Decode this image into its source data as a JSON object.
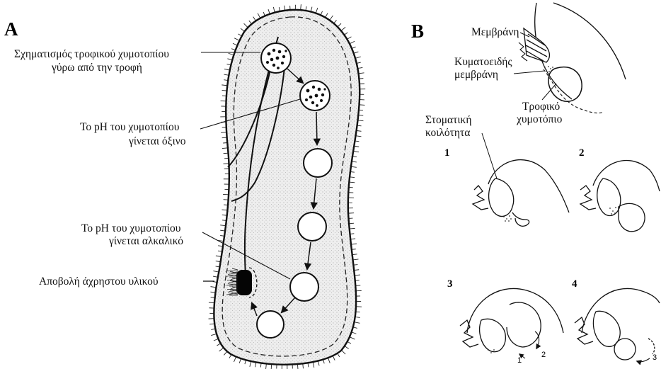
{
  "panel_a": {
    "letter": "A",
    "labels": {
      "formation_line1": "Σχηματισμός τροφικού χυμοτοπίου",
      "formation_line2": "γύρω από την τροφή",
      "acidic_line1": "Το pH του χυμοτοπίου",
      "acidic_line2": "γίνεται όξινο",
      "alkaline_line1": "Το pH του χυμοτοπίου",
      "alkaline_line2": "γίνεται αλκαλικό",
      "waste": "Αποβολή άχρηστου υλικού"
    }
  },
  "panel_b": {
    "letter": "B",
    "labels": {
      "membrane": "Μεμβράνη",
      "undulating_line1": "Κυματοειδής",
      "undulating_line2": "μεμβράνη",
      "food_vacuole_line1": "Τροφικό",
      "food_vacuole_line2": "χυμοτόπιο",
      "oral_line1": "Στοματική",
      "oral_line2": "κοιλότητα"
    },
    "steps": [
      "1",
      "2",
      "3",
      "4"
    ],
    "arrow_numbers": {
      "step3_a": "1",
      "step3_b": "2",
      "step4": "3"
    }
  },
  "colors": {
    "ink": "#111111",
    "cell_fill": "#ececec",
    "background": "#ffffff"
  }
}
